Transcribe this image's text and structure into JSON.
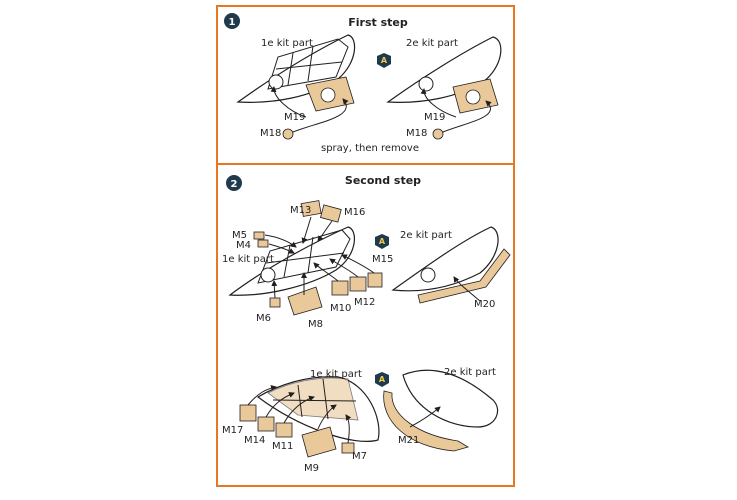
{
  "colors": {
    "frame": "#e87722",
    "mask": "#e9c99a",
    "badge": "#1f3a4d",
    "badge_letter": "#f2c94c"
  },
  "step1": {
    "number": "1",
    "title": "First step",
    "left_part": "1e kit part",
    "right_part": "2e kit part",
    "marker": "A",
    "left_m19": "M19",
    "left_m18": "M18",
    "right_m19": "M19",
    "right_m18": "M18",
    "note": "spray, then remove"
  },
  "step2": {
    "number": "2",
    "title": "Second step",
    "upper": {
      "left_part": "1e kit part",
      "right_part": "2e kit part",
      "marker": "A",
      "labels": {
        "m13": "M13",
        "m16": "M16",
        "m5": "M5",
        "m4": "M4",
        "m15": "M15",
        "m6": "M6",
        "m8": "M8",
        "m10": "M10",
        "m12": "M12",
        "m20": "M20"
      }
    },
    "lower": {
      "left_part": "1e kit part",
      "right_part": "2e kit part",
      "marker": "A",
      "labels": {
        "m17": "M17",
        "m14": "M14",
        "m11": "M11",
        "m9": "M9",
        "m7": "M7",
        "m21": "M21"
      }
    }
  }
}
